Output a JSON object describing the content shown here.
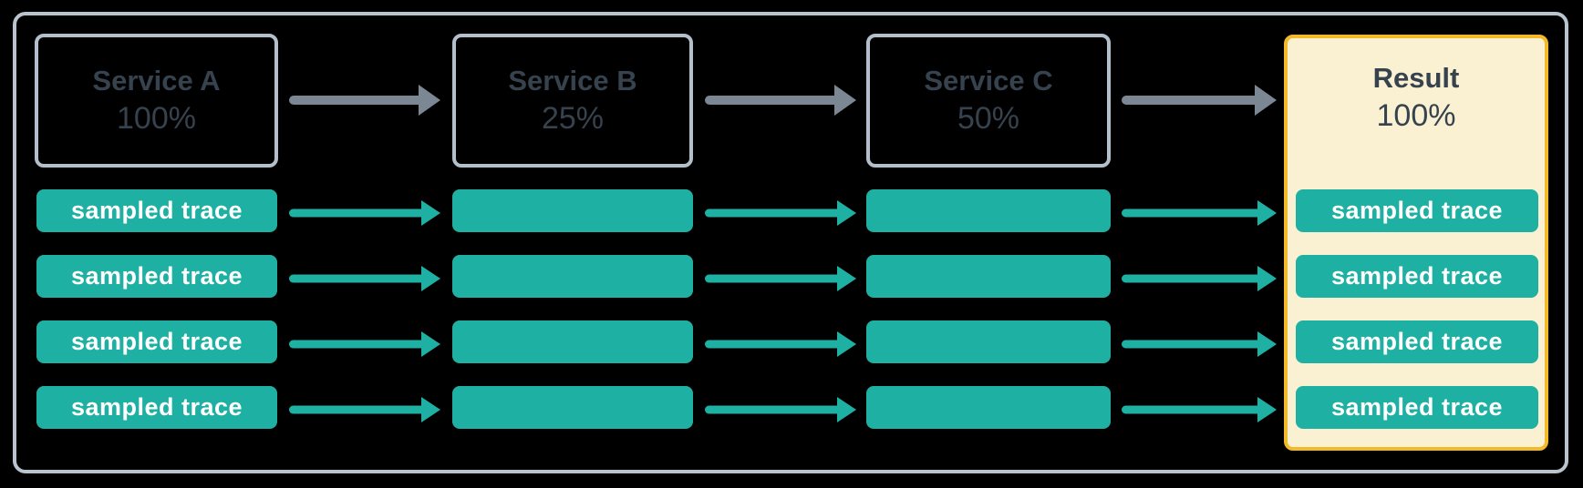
{
  "colors": {
    "background": "#000000",
    "frame_border": "#b9c4cf",
    "box_border": "#b3bfca",
    "heading_text": "#36424e",
    "slate_arrow": "#7b8894",
    "teal": "#1eb0a2",
    "pill_text": "#ffffff",
    "result_bg": "#faf0d2",
    "result_border": "#f2b928"
  },
  "icons": {
    "flow_arrow": "arrow-right-icon",
    "trace_arrow": "arrow-right-icon"
  },
  "stages": [
    {
      "title": "Service A",
      "rate": "100%"
    },
    {
      "title": "Service B",
      "rate": "25%"
    },
    {
      "title": "Service C",
      "rate": "50%"
    },
    {
      "title": "Result",
      "rate": "100%"
    }
  ],
  "trace_label": "sampled trace",
  "trace_rows": 4
}
